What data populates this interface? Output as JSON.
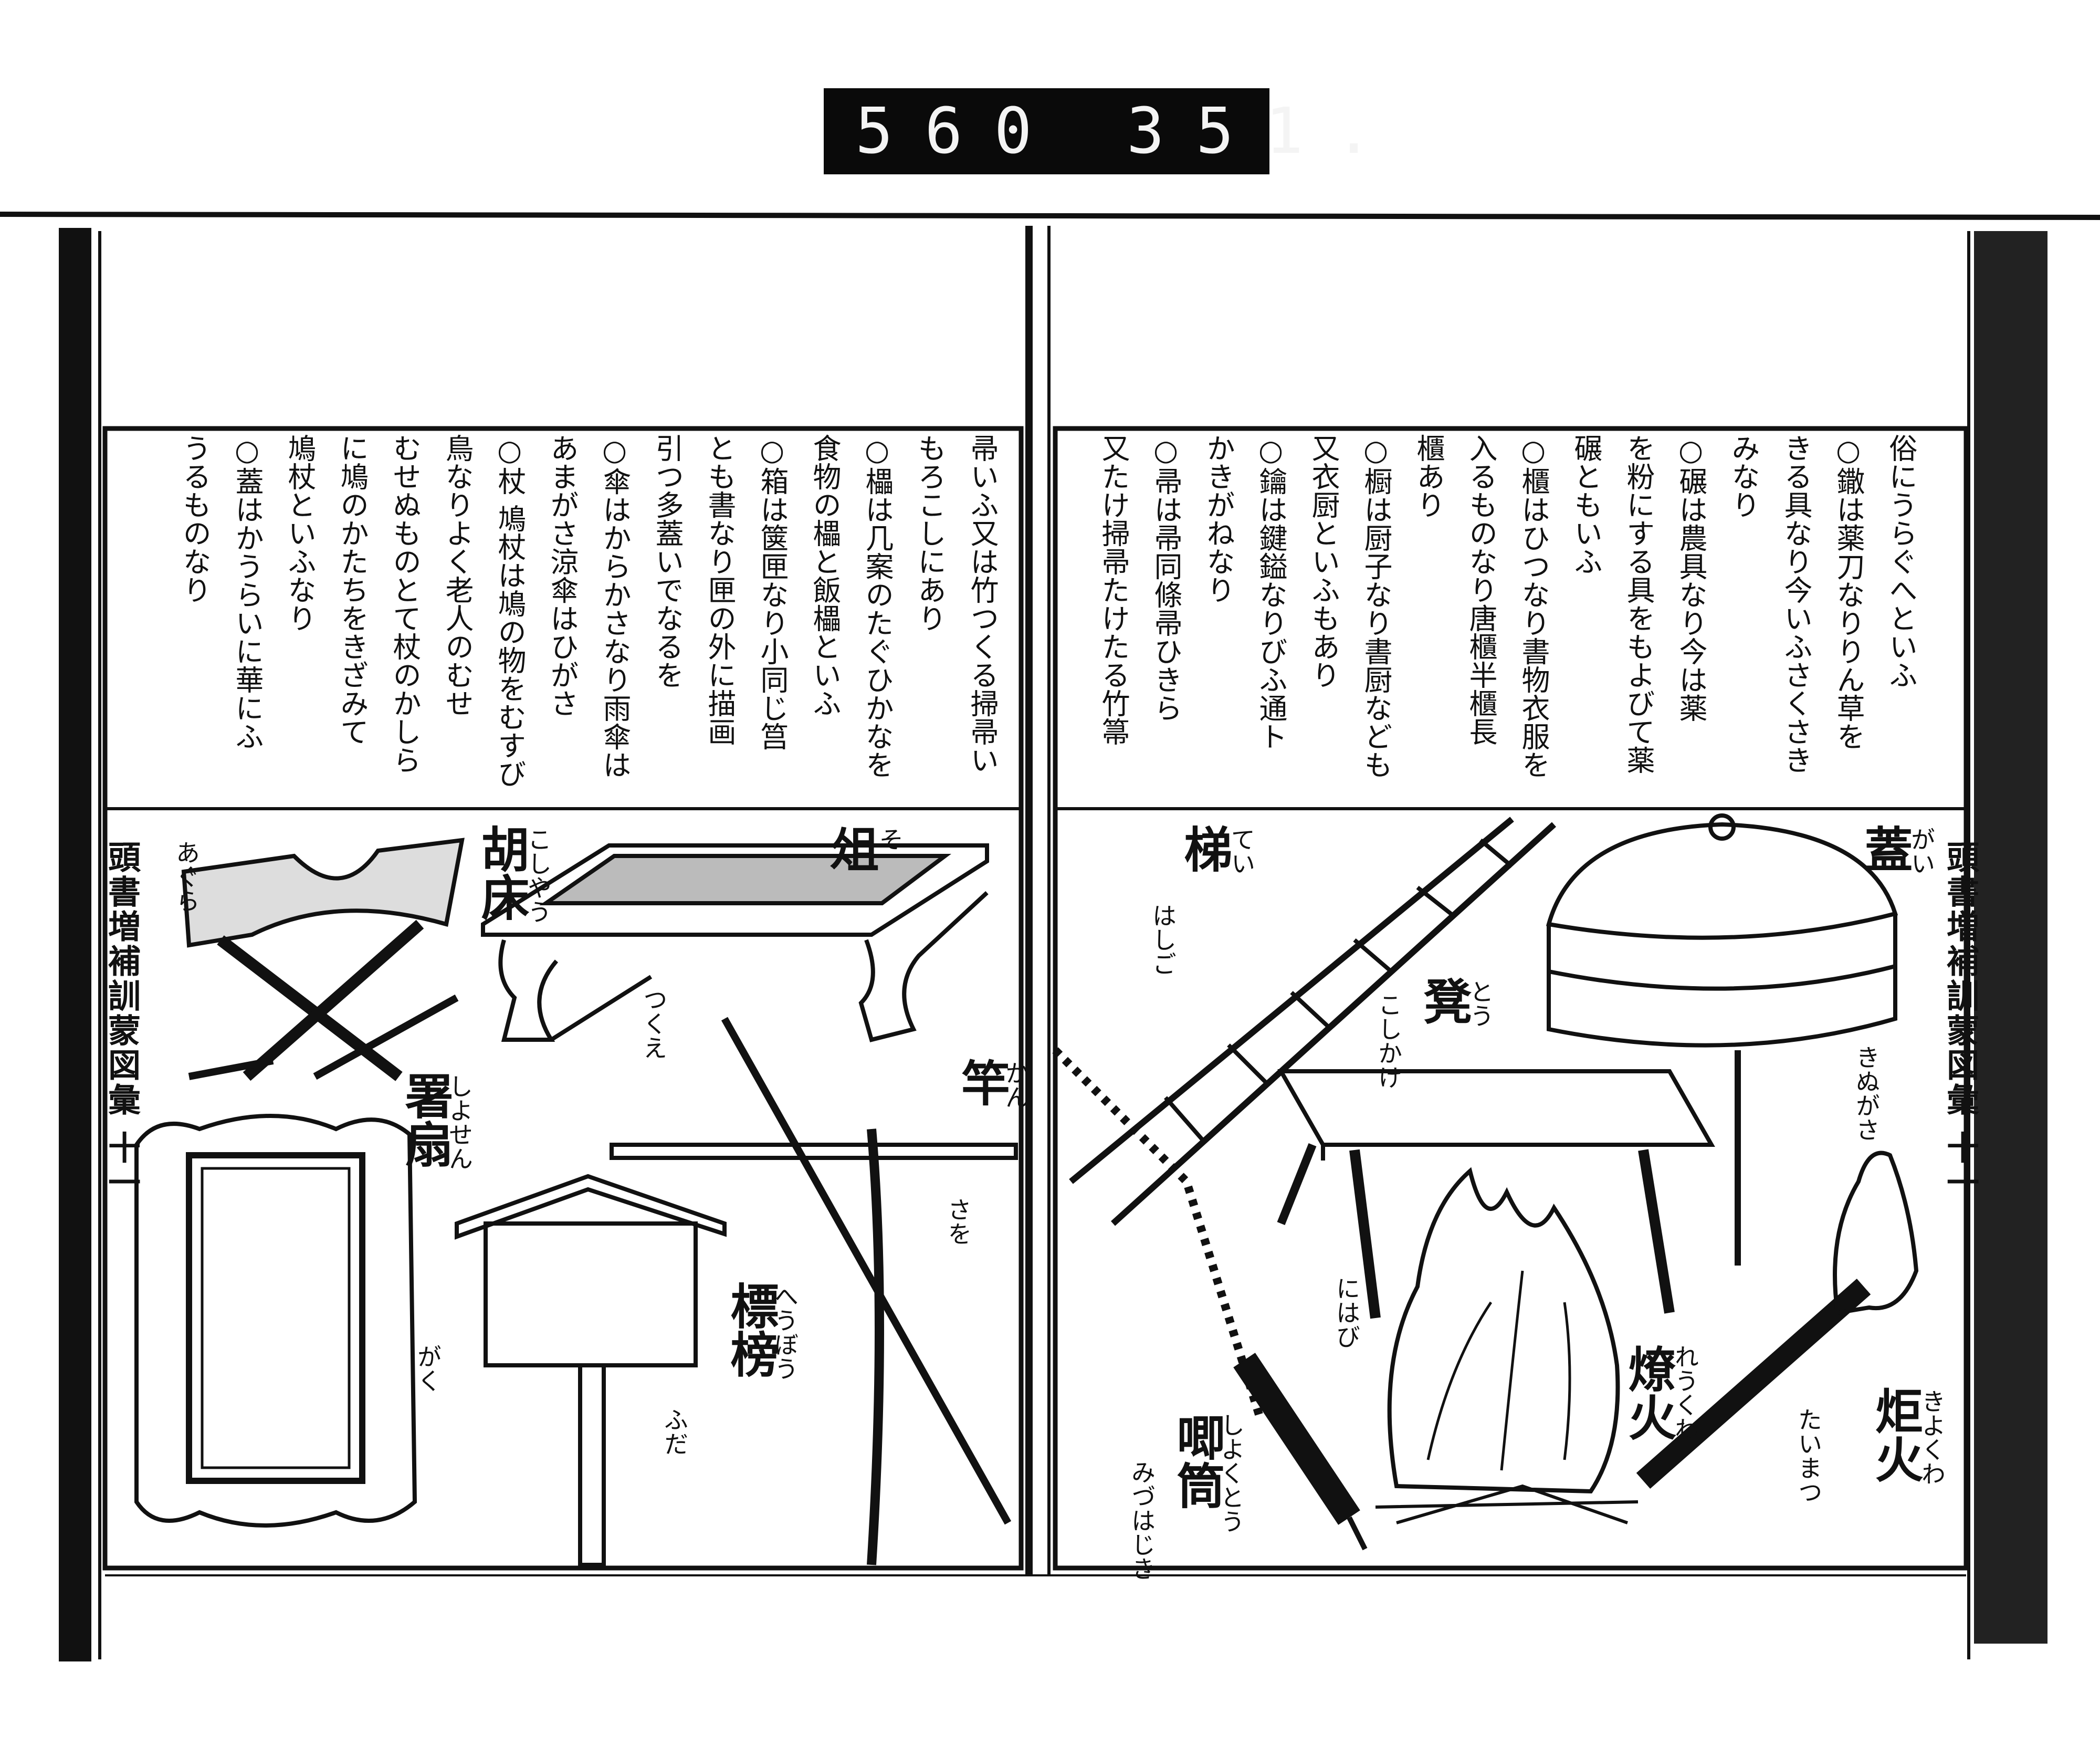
{
  "call_number": {
    "left": "560",
    "right": "351."
  },
  "spine": {
    "left_title": "頭書増補訓蒙図彙 十一",
    "right_title": "頭書増補訓蒙図彙 十一"
  },
  "right_page": {
    "text_columns": [
      "俗にうらぐへといふ",
      "○鏾は薬刀なりりん草を",
      "きる具なり今いふさくさき",
      "みなり",
      "○碾は農具なり今は薬",
      "を粉にする具をもよびて薬",
      "碾ともいふ",
      "○櫃はひつなり書物衣服を",
      "入るものなり唐櫃半櫃長",
      "櫃あり",
      "○橱は厨子なり書厨なども",
      "又衣厨といふもあり",
      "○鑰は鍵鎰なりびふ通ト",
      "かきがねなり",
      "○帚は帚同條帚ひきら",
      "又たけ掃帚たけたる竹箒"
    ],
    "figures": [
      {
        "name": "梯",
        "reading": "てい",
        "gloss": "はしご"
      },
      {
        "name": "蓋",
        "reading": "がい",
        "gloss": "きぬがさ"
      },
      {
        "name": "凳",
        "reading": "とう",
        "gloss": "こしかけ"
      },
      {
        "name": "燎火",
        "reading": "れうくわ",
        "gloss": "にはび"
      },
      {
        "name": "炬火",
        "reading": "きよくわ",
        "gloss": "たいまつ"
      },
      {
        "name": "唧筒",
        "reading": "しよくとう",
        "gloss": "みづはじき"
      }
    ]
  },
  "left_page": {
    "text_columns": [
      "帚いふ又は竹つくる掃帚い",
      "もろこしにあり",
      "○櫑は几案のたぐひかなを",
      "食物の櫑と飯櫑といふ",
      "○箱は箧匣なり小同じ筥",
      "とも書なり匣の外に描画",
      "引つ多蓋いでなるを",
      "○傘はからかさなり雨傘は",
      "あまがさ涼傘はひがさ",
      "○杖 鳩杖は鳩の物をむすび",
      "鳥なりよく老人のむせ",
      "むせぬものとて杖のかしら",
      "に鳩のかたちをきざみて",
      "鳩杖といふなり",
      "○蓋はかうらいに華にふ",
      "うるものなり"
    ],
    "figures": [
      {
        "name": "胡床",
        "reading": "こしやう",
        "gloss": "あぐら"
      },
      {
        "name": "俎",
        "reading": "そ",
        "gloss": "つくえ"
      },
      {
        "name": "竿",
        "reading": "かん",
        "gloss": "さを"
      },
      {
        "name": "署扇",
        "reading": "しよせん",
        "gloss": "がく"
      },
      {
        "name": "標榜",
        "reading": "へうぼう",
        "gloss": "ふだ"
      }
    ]
  }
}
